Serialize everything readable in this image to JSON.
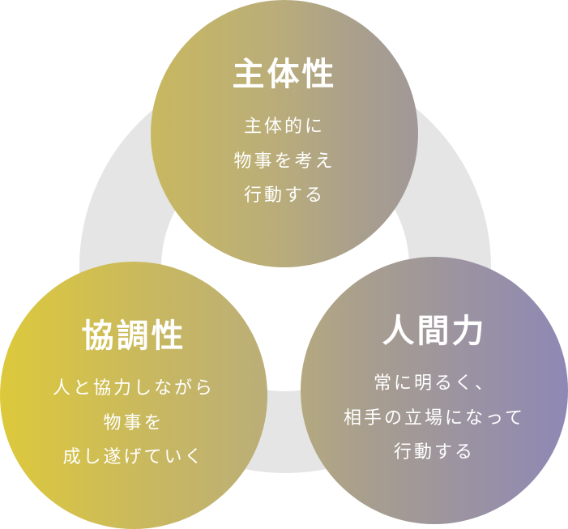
{
  "diagram": {
    "type": "three-circle-ring",
    "colors": {
      "ring": "#e5e5e5",
      "gradient_start": "#ddc93b",
      "gradient_mid": "#bbae78",
      "gradient_end": "#8e88b5",
      "text": "#ffffff"
    },
    "circles": [
      {
        "position": "top",
        "title": "主体性",
        "lines": [
          "主体的に",
          "物事を考え",
          "行動する"
        ]
      },
      {
        "position": "bottom-left",
        "title": "協調性",
        "lines": [
          "人と協力しながら",
          "物事を",
          "成し遂げていく"
        ]
      },
      {
        "position": "bottom-right",
        "title": "人間力",
        "lines": [
          "常に明るく、",
          "相手の立場になって",
          "行動する"
        ]
      }
    ]
  }
}
